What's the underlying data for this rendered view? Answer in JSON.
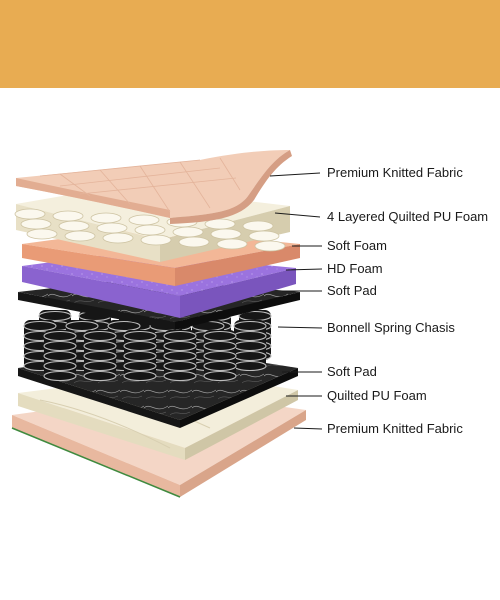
{
  "colors": {
    "banner": "#e8ac52",
    "fabric": "#f2cdb7",
    "fabric_edge": "#d9a58a",
    "quilt": "#f1ecd6",
    "quilt_edge": "#cfc6a6",
    "soft_foam": "#f0ac8a",
    "hd_foam": "#9b73df",
    "soft_pad": "#2a2a2a",
    "spring": "#1c1c1c"
  },
  "layers": [
    {
      "label": "Premium Knitted Fabric"
    },
    {
      "label": "4 Layered Quilted PU Foam"
    },
    {
      "label": "Soft Foam"
    },
    {
      "label": "HD Foam"
    },
    {
      "label": "Soft Pad"
    },
    {
      "label": "Bonnell Spring Chasis"
    },
    {
      "label": "Soft Pad"
    },
    {
      "label": "Quilted PU Foam"
    },
    {
      "label": "Premium Knitted Fabric"
    }
  ]
}
